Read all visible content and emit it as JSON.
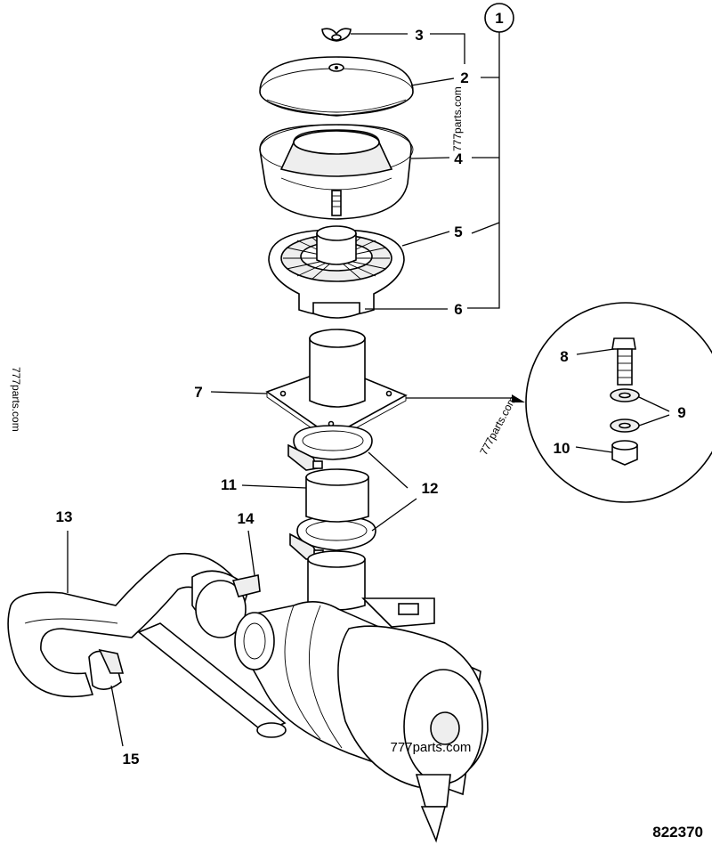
{
  "callouts": {
    "c1": "1",
    "c2": "2",
    "c3": "3",
    "c4": "4",
    "c5": "5",
    "c6": "6",
    "c7": "7",
    "c8": "8",
    "c9": "9",
    "c10": "10",
    "c11": "11",
    "c12": "12",
    "c13": "13",
    "c14": "14",
    "c15": "15"
  },
  "watermarks": [
    "777parts.com",
    "777parts.com",
    "777parts.com",
    "777parts.com"
  ],
  "document_number": "822370"
}
